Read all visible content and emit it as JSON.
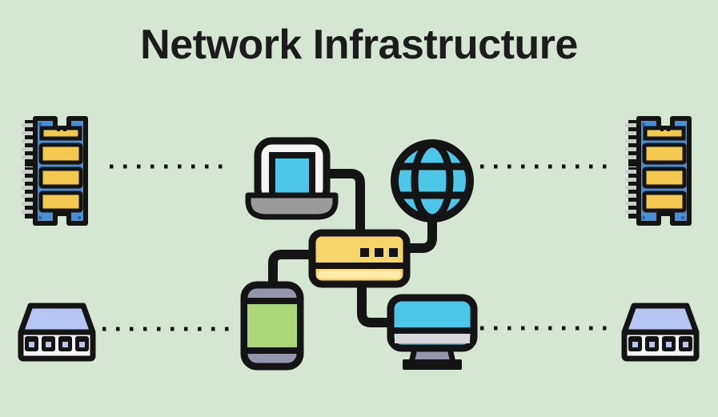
{
  "title": "Network Infrastructure",
  "colors": {
    "bg": "#d5e7d3",
    "outline": "#141414",
    "cyan": "#4cc6e9",
    "yellow": "#f8d56a",
    "yellowlight": "#fdeaa8",
    "chip": "#f2c94e",
    "board": "#4a8fd4",
    "screw": "#2e66ad",
    "periwinkle": "#b7c5f2",
    "green": "#abd778",
    "gray": "#9b9b9b",
    "grayblue": "#9497ab",
    "light": "#f4f4f4",
    "strip": "#d7d7dc",
    "pin": "#cccccc",
    "title": "#1c1c1c"
  },
  "nodes": [
    {
      "id": "ram-left",
      "type": "memory-module"
    },
    {
      "id": "ram-right",
      "type": "memory-module"
    },
    {
      "id": "switch-left",
      "type": "network-switch"
    },
    {
      "id": "switch-right",
      "type": "network-switch"
    },
    {
      "id": "laptop",
      "type": "laptop"
    },
    {
      "id": "globe",
      "type": "internet-globe"
    },
    {
      "id": "router",
      "type": "router"
    },
    {
      "id": "smartphone",
      "type": "smartphone"
    },
    {
      "id": "monitor",
      "type": "desktop-monitor"
    }
  ],
  "connections": [
    {
      "from": "laptop",
      "to": "router",
      "style": "solid"
    },
    {
      "from": "globe",
      "to": "router",
      "style": "solid"
    },
    {
      "from": "router",
      "to": "smartphone",
      "style": "solid"
    },
    {
      "from": "router",
      "to": "monitor",
      "style": "solid"
    },
    {
      "from": "ram-left",
      "to": "laptop",
      "style": "dotted"
    },
    {
      "from": "globe",
      "to": "ram-right",
      "style": "dotted"
    },
    {
      "from": "switch-left",
      "to": "smartphone",
      "style": "dotted"
    },
    {
      "from": "monitor",
      "to": "switch-right",
      "style": "dotted"
    }
  ]
}
